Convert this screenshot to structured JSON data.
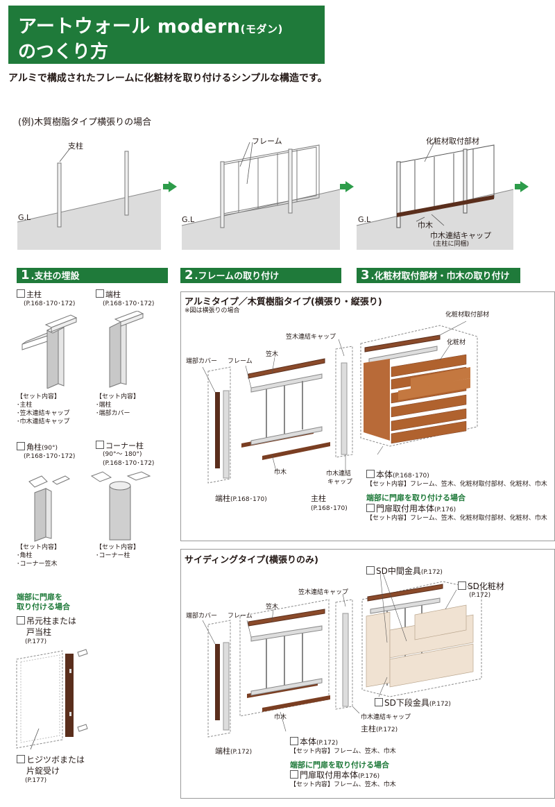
{
  "header": {
    "title_line1": "アートウォール modern",
    "title_paren": "(モダン)",
    "title_line2": "のつくり方"
  },
  "intro": "アルミで構成されたフレームに化粧材を取り付けるシンプルな構造です。",
  "example_title": "(例)木質樹脂タイプ横張りの場合",
  "diagram_labels": {
    "post": "支柱",
    "gl1": "G.L",
    "frame": "フレーム",
    "gl2": "G.L",
    "attach": "化粧材取付部材",
    "gl3": "G.L",
    "habaki": "巾木",
    "habaki_cap": "巾木連結キャップ",
    "habaki_cap_note": "(主柱に同梱)"
  },
  "steps": [
    {
      "num": "1",
      "label": ".支柱の埋設"
    },
    {
      "num": "2",
      "label": ".フレームの取り付け"
    },
    {
      "num": "3",
      "label": ".化粧材取付部材・巾木の取り付け"
    }
  ],
  "posts": {
    "main": {
      "name": "主柱",
      "pages": "(P.168･170･172)",
      "set_title": "【セット内容】",
      "items": [
        "･主柱",
        "･笠木連結キャップ",
        "･巾木連結キャップ"
      ]
    },
    "end": {
      "name": "端柱",
      "pages": "(P.168･170･172)",
      "set_title": "【セット内容】",
      "items": [
        "･端柱",
        "･端部カバー"
      ]
    },
    "corner": {
      "name": "角柱",
      "angle": "(90°)",
      "pages": "(P.168･170･172)",
      "set_title": "【セット内容】",
      "items": [
        "･角柱",
        "･コーナー笠木"
      ]
    },
    "corner_post": {
      "name": "コーナー柱",
      "angle": "(90°～ 180°)",
      "pages": "(P.168･170･172)",
      "set_title": "【セット内容】",
      "items": [
        "･コーナー柱"
      ]
    },
    "gate_title1": "端部に門扉を",
    "gate_title2": "取り付ける場合",
    "hanging": {
      "name1": "吊元柱または",
      "name2": "戸当柱",
      "pages": "(P.177)"
    },
    "hinge": {
      "name1": "ヒジツボまたは",
      "name2": "片錠受け",
      "pages": "(P.177)"
    }
  },
  "alumi_panel": {
    "title": "アルミタイプ／木質樹脂タイプ(横張り・縦張り)",
    "note": "※図は横張りの場合",
    "labels": {
      "attach": "化粧材取付部材",
      "kasagi_cap": "笠木連結キャップ",
      "finish": "化粧材",
      "end_cover": "端部カバー",
      "frame": "フレーム",
      "kasagi": "笠木",
      "habaki": "巾木",
      "habaki_cap1": "巾木連結",
      "habaki_cap2": "キャップ",
      "end_post": "端柱",
      "end_post_pages": "(P.168･170)",
      "main_post": "主柱",
      "main_post_pages": "(P.168･170)"
    },
    "body_name": "本体",
    "body_pages": "(P.168･170)",
    "body_set": "【セット内容】フレーム、笠木、化粧材取付部材、化粧材、巾木",
    "gate_title": "端部に門扉を取り付ける場合",
    "gate_name": "門扉取付用本体",
    "gate_pages": "(P.176)",
    "gate_set": "【セット内容】フレーム、笠木、化粧材取付部材、化粧材、巾木"
  },
  "siding_panel": {
    "title": "サイディングタイプ(横張りのみ)",
    "labels": {
      "sd_mid": "SD中間金具",
      "sd_mid_pages": "(P.172)",
      "kasagi_cap": "笠木連結キャップ",
      "sd_finish": "SD化粧材",
      "sd_finish_pages": "(P.172)",
      "end_cover": "端部カバー",
      "frame": "フレーム",
      "kasagi": "笠木",
      "habaki": "巾木",
      "sd_low": "SD下段金具",
      "sd_low_pages": "(P.172)",
      "habaki_cap": "巾木連結キャップ",
      "main_post": "主柱",
      "main_post_pages": "(P.172)",
      "end_post": "端柱",
      "end_post_pages": "(P.172)"
    },
    "body_name": "本体",
    "body_pages": "(P.172)",
    "body_set": "【セット内容】フレーム、笠木、巾木",
    "gate_title": "端部に門扉を取り付ける場合",
    "gate_name": "門扉取付用本体",
    "gate_pages": "(P.176)",
    "gate_set": "【セット内容】フレーム、笠木、巾木"
  },
  "colors": {
    "brand_green": "#1f7a3a",
    "arrow_green": "#2d9c4a",
    "wood": "#a85a30",
    "dark_wood": "#5a2e1c"
  }
}
